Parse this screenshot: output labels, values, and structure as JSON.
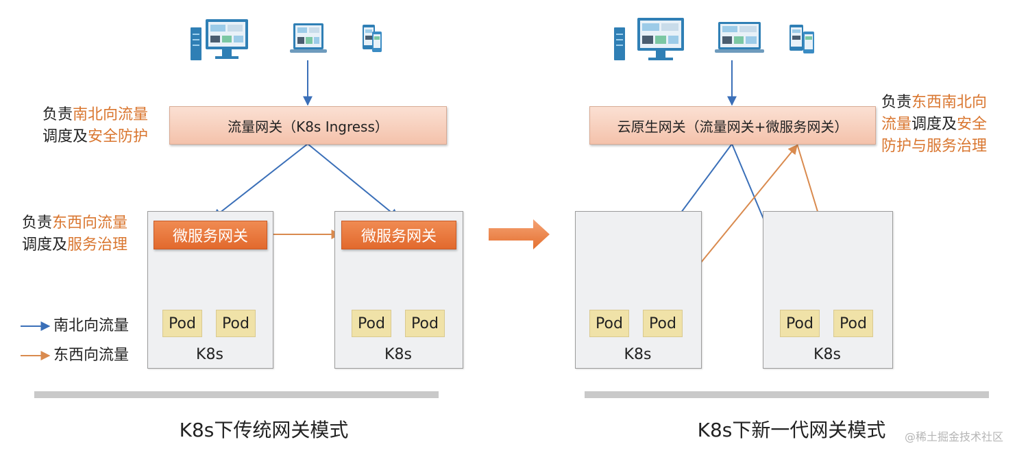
{
  "colors": {
    "north_south": "#3a6fb8",
    "east_west": "#d98a4e",
    "highlight": "#d9762f",
    "microservice_gateway": "#e8743b",
    "pod": "#f0e2a8"
  },
  "left": {
    "gateway": "流量网关（K8s Ingress）",
    "gateway_note": {
      "part1": "负责",
      "part2": "南北向流量",
      "part3": "调度及",
      "part4": "安全防护"
    },
    "ms_note": {
      "part1": "负责",
      "part2": "东西向流量",
      "part3": "调度及",
      "part4": "服务治理"
    },
    "ms_gateway_1": "微服务网关",
    "ms_gateway_2": "微服务网关",
    "pods": [
      "Pod",
      "Pod",
      "Pod",
      "Pod"
    ],
    "cluster_labels": [
      "K8s",
      "K8s"
    ],
    "legend": {
      "north_south": "南北向流量",
      "east_west": "东西向流量"
    },
    "caption": "K8s下传统网关模式"
  },
  "right": {
    "gateway": "云原生网关（流量网关+微服务网关）",
    "gateway_note": {
      "part1": "负责",
      "part2": "东西南北向",
      "part3": "流量",
      "part4": "调度及",
      "part5": "安全",
      "part6": "防护与服务治理"
    },
    "pods": [
      "Pod",
      "Pod",
      "Pod",
      "Pod"
    ],
    "cluster_labels": [
      "K8s",
      "K8s"
    ],
    "caption": "K8s下新一代网关模式"
  },
  "watermark": "@稀土掘金技术社区",
  "icons": [
    "server-icon",
    "desktop-icon",
    "laptop-icon",
    "mobile-icon",
    "transition-arrow-icon"
  ]
}
